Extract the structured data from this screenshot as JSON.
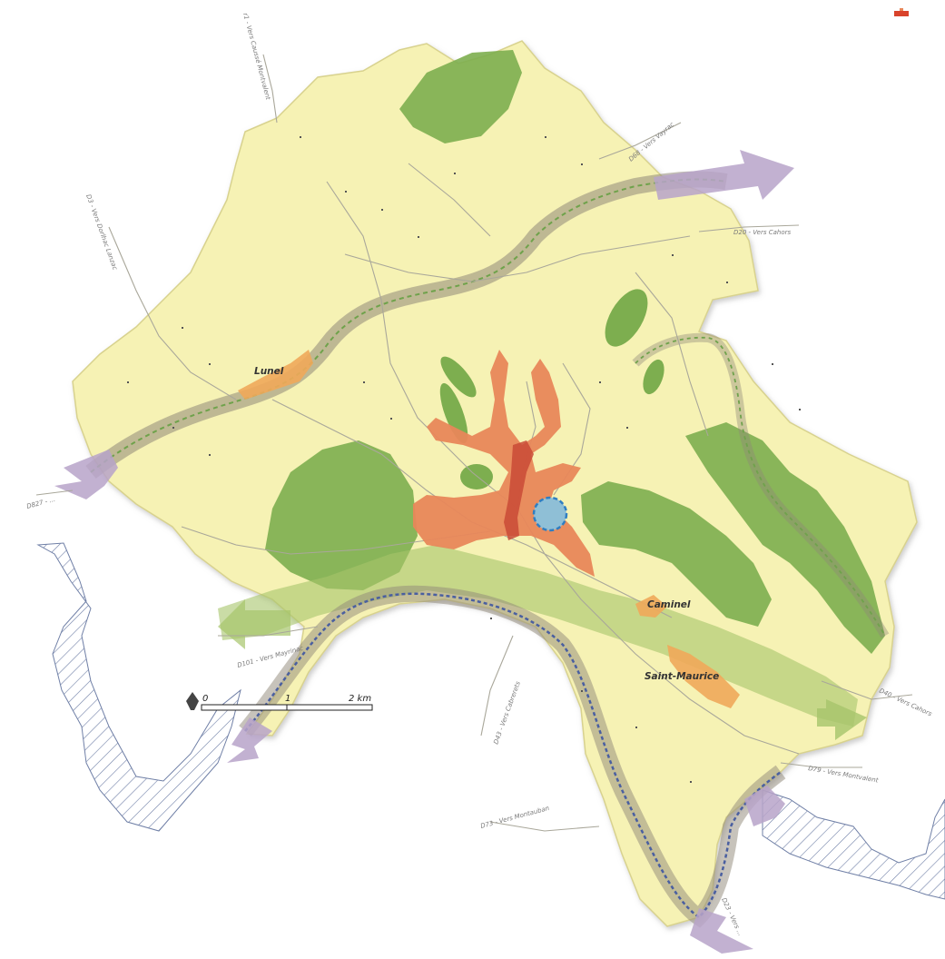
{
  "places": {
    "lunel": "Lunel",
    "caminel": "Caminel",
    "saint_maurice": "Saint-Maurice"
  },
  "roads": {
    "d820_top": "r1 - Vers Caussé Montvalent",
    "d3_nw": "D3 - Vers Dorlhac Lanzac",
    "d68_ne": "D68 - Vers Vayrac",
    "d20_e": "D20 - Vers Cahors",
    "d827_w": "D827 - ...",
    "d101": "D101 - Vers Mayrinac",
    "d43": "D43 - Vers Cabrerets",
    "d40_se": "D40 - Vers Cahors",
    "d79": "D79 - Vers Montvalent",
    "d73": "D73 - Vers Montauban",
    "d23_s": "D23 - Vers ..."
  },
  "scale_bar": {
    "label_0": "0",
    "label_1": "1",
    "label_2": "2 km"
  },
  "colors": {
    "commune_fill": "#f6f2b4",
    "forest": "#7dae4f",
    "urban": "#e8875a",
    "urban_core": "#c94a36",
    "hamlet": "#efa85a",
    "river_corridor": "#8f8878",
    "ecological_link": "#b7a3c9",
    "green_corridor": "#a6c46b",
    "water_point": "#8fbfd6",
    "neighbor_hatch": "#6f7fa6"
  },
  "icons": {
    "north_arrow": "north-arrow-icon",
    "corner_marker": "corner-flag-icon"
  }
}
